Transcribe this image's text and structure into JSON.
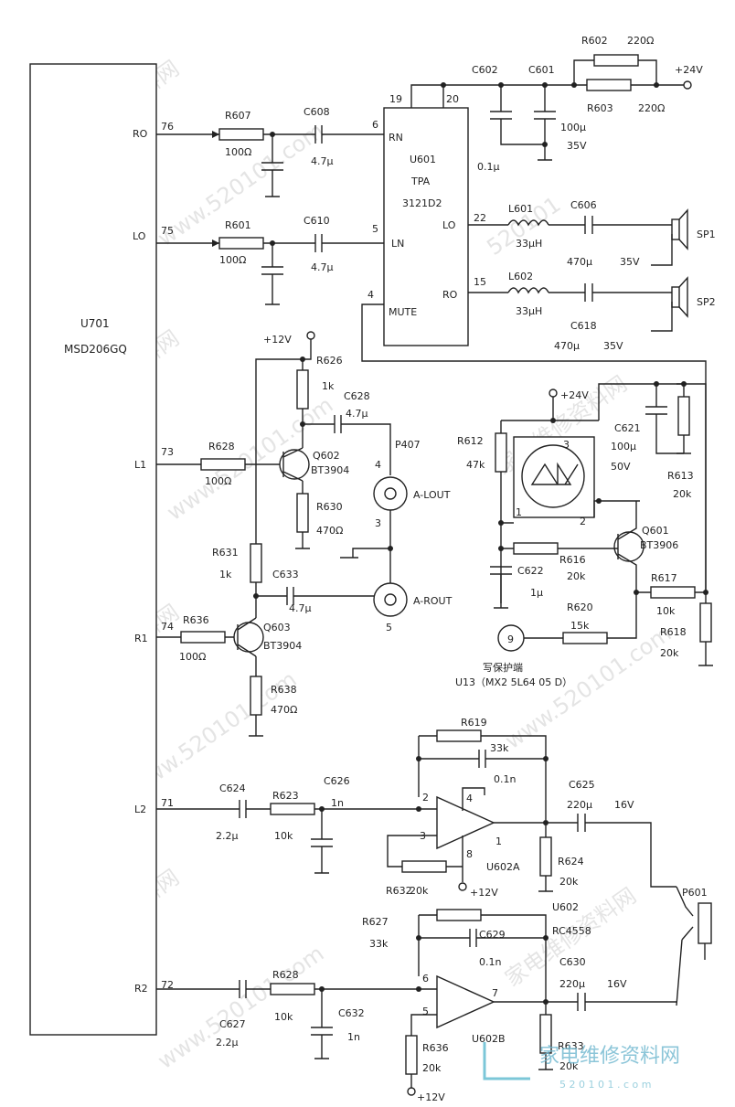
{
  "ic": {
    "u701": {
      "ref": "U701",
      "part": "MSD206GQ"
    },
    "u601": {
      "ref": "U601",
      "part1": "TPA",
      "part2": "3121D2",
      "pins": {
        "rn": "RN",
        "ln": "LN",
        "lo": "LO",
        "ro": "RO",
        "mute": "MUTE"
      },
      "pin_numbers": {
        "p6": "6",
        "p5": "5",
        "p19": "19",
        "p20": "20",
        "p22": "22",
        "p15": "15",
        "p4": "4"
      }
    },
    "u602a": {
      "ref": "U602A",
      "pins": {
        "p2": "2",
        "p3": "3",
        "p1": "1",
        "p4": "4",
        "p8": "8"
      }
    },
    "u602b": {
      "ref": "U602B",
      "pins": {
        "p6": "6",
        "p5": "5",
        "p7": "7"
      }
    },
    "u602": {
      "ref": "U602",
      "part": "RC4558"
    },
    "u13": {
      "pin": "9",
      "label": "写保护端",
      "part": "U13（MX2 5L64 05 D）"
    }
  },
  "signals": {
    "ro": {
      "name": "RO",
      "pin": "76"
    },
    "lo": {
      "name": "LO",
      "pin": "75"
    },
    "l1": {
      "name": "L1",
      "pin": "73"
    },
    "r1": {
      "name": "R1",
      "pin": "74"
    },
    "l2": {
      "name": "L2",
      "pin": "71"
    },
    "r2": {
      "name": "R2",
      "pin": "72"
    }
  },
  "power": {
    "v24": "+24V",
    "v12": "+12V"
  },
  "components": {
    "r607": {
      "ref": "R607",
      "val": "100Ω"
    },
    "r601": {
      "ref": "R601",
      "val": "100Ω"
    },
    "c608": {
      "ref": "C608",
      "val": "4.7μ"
    },
    "c610": {
      "ref": "C610",
      "val": "4.7μ"
    },
    "c602": {
      "ref": "C602",
      "val": "0.1μ"
    },
    "c601": {
      "ref": "C601",
      "val1": "100μ",
      "val2": "35V"
    },
    "r602": {
      "ref": "R602",
      "val": "220Ω"
    },
    "r603": {
      "ref": "R603",
      "val": "220Ω"
    },
    "l601": {
      "ref": "L601",
      "val": "33μH"
    },
    "l602": {
      "ref": "L602",
      "val": "33μH"
    },
    "c606": {
      "ref": "C606",
      "val1": "470μ",
      "val2": "35V"
    },
    "c618": {
      "ref": "C618",
      "val1": "470μ",
      "val2": "35V"
    },
    "sp1": {
      "ref": "SP1"
    },
    "sp2": {
      "ref": "SP2"
    },
    "r626": {
      "ref": "R626",
      "val": "1k"
    },
    "c628": {
      "ref": "C628",
      "val": "4.7μ"
    },
    "r628a": {
      "ref": "R628",
      "val": "100Ω"
    },
    "q602": {
      "ref": "Q602",
      "part": "BT3904"
    },
    "r630": {
      "ref": "R630",
      "val": "470Ω"
    },
    "p407": {
      "ref": "P407",
      "lout": "A-LOUT",
      "rout": "A-ROUT",
      "p4": "4",
      "p3": "3",
      "p5": "5"
    },
    "r631": {
      "ref": "R631",
      "val": "1k"
    },
    "c633": {
      "ref": "C633",
      "val": "4.7μ"
    },
    "r636a": {
      "ref": "R636",
      "val": "100Ω"
    },
    "q603": {
      "ref": "Q603",
      "part": "BT3904"
    },
    "r638": {
      "ref": "R638",
      "val": "470Ω"
    },
    "r612": {
      "ref": "R612",
      "val": "47k"
    },
    "c621": {
      "ref": "C621",
      "val1": "100μ",
      "val2": "50V"
    },
    "r613": {
      "ref": "R613",
      "val": "20k"
    },
    "relay": {
      "p3": "3",
      "p1": "1",
      "p2": "2"
    },
    "q601": {
      "ref": "Q601",
      "part": "BT3906"
    },
    "r616": {
      "ref": "R616",
      "val": "20k"
    },
    "c622": {
      "ref": "C622",
      "val": "1μ"
    },
    "r617": {
      "ref": "R617",
      "val": "10k"
    },
    "r618": {
      "ref": "R618",
      "val": "20k"
    },
    "r620": {
      "ref": "R620",
      "val": "15k"
    },
    "r619": {
      "ref": "R619",
      "val": "33k"
    },
    "c_fb1": {
      "val": "0.1n"
    },
    "c624": {
      "ref": "C624",
      "val": "2.2μ"
    },
    "r623": {
      "ref": "R623",
      "val": "10k"
    },
    "c626": {
      "ref": "C626",
      "val": "1n"
    },
    "r632": {
      "ref": "R632",
      "val": "20k"
    },
    "c625": {
      "ref": "C625",
      "val1": "220μ",
      "val2": "16V"
    },
    "r624": {
      "ref": "R624",
      "val": "20k"
    },
    "p601": {
      "ref": "P601"
    },
    "r627": {
      "ref": "R627",
      "val": "33k"
    },
    "c629": {
      "ref": "C629",
      "val": "0.1n"
    },
    "c627": {
      "ref": "C627",
      "val": "2.2μ"
    },
    "r628b": {
      "ref": "R628",
      "val": "10k"
    },
    "c632": {
      "ref": "C632",
      "val": "1n"
    },
    "r636b": {
      "ref": "R636",
      "val": "20k"
    },
    "c630": {
      "ref": "C630",
      "val1": "220μ",
      "val2": "16V"
    },
    "r633": {
      "ref": "R633",
      "val": "20k"
    }
  },
  "watermark": {
    "cn": "家电维修资料网",
    "url": "www.520101.com",
    "url2": "520101",
    "footer": "5 2 0 1 0 1 . c o m"
  }
}
